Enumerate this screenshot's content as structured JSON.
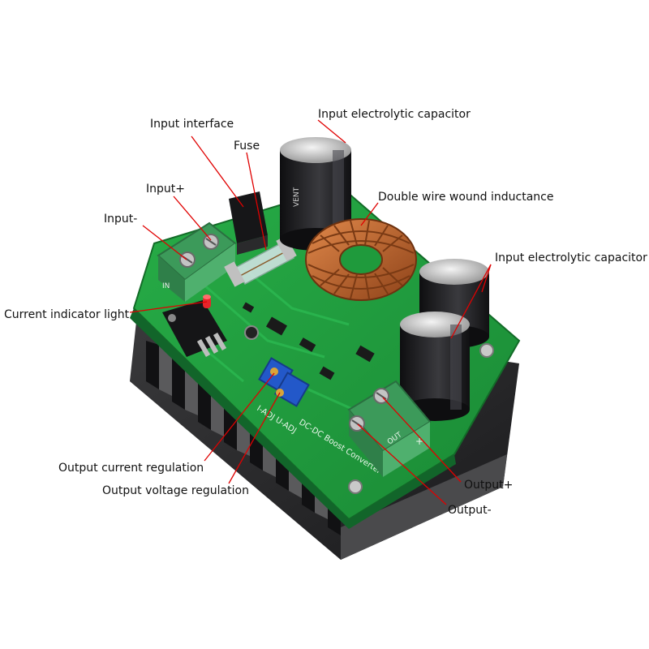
{
  "labels": {
    "input_interface": "Input interface",
    "fuse": "Fuse",
    "input_electrolytic_capacitor_top": "Input electrolytic capacitor",
    "double_wire_wound_inductance": "Double wire wound inductance",
    "input_electrolytic_capacitor_right": "Input electrolytic capacitor",
    "input_plus": "Input+",
    "input_minus": "Input-",
    "current_indicator_light": "Current indicator light",
    "output_current_regulation": "Output current regulation",
    "output_voltage_regulation": "Output voltage regulation",
    "output_plus": "Output+",
    "output_minus": "Output-"
  },
  "board_markings": {
    "in_terminal": "IN",
    "out_terminal": "OUT",
    "plus_sign": "+",
    "adj_text": "I-ADJ  U-ADJ",
    "converter_text": "DC-DC  Boost Converter"
  },
  "colors": {
    "pcb": "#1f9a3c",
    "heatsink": "#2b2b2d",
    "terminal": "#3c9a5a",
    "leader_line": "#e00000",
    "capacitor": "#1d1d1f",
    "copper": "#b8622d",
    "trimpot": "#2358c9"
  }
}
